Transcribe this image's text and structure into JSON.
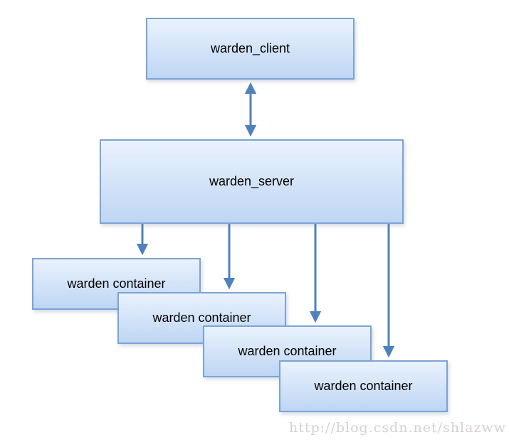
{
  "diagram": {
    "client": {
      "label": "warden_client"
    },
    "server": {
      "label": "warden_server"
    },
    "containers": [
      {
        "label": "warden container"
      },
      {
        "label": "warden container"
      },
      {
        "label": "warden container"
      },
      {
        "label": "warden container"
      }
    ],
    "watermark": "http://blog.csdn.net/shlazww",
    "colors": {
      "box_top": "#eaf2fd",
      "box_bottom": "#bed6f3",
      "box_border": "#7ca3d4",
      "arrow": "#4f81bd",
      "watermark": "#dacfd3"
    }
  }
}
